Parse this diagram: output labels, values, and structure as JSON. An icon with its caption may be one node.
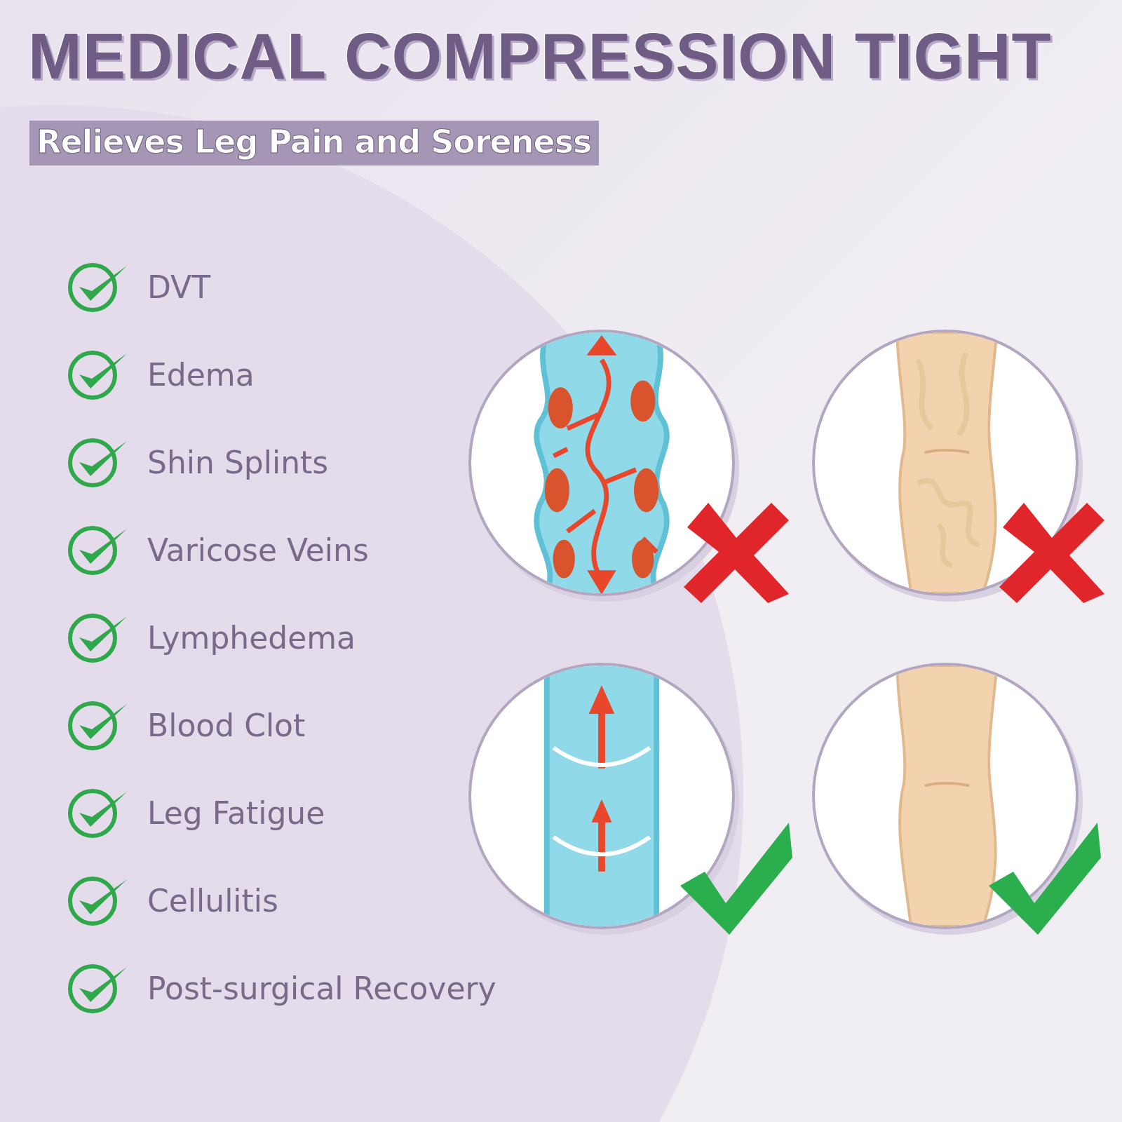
{
  "diagram": {
    "title": "MEDICAL COMPRESSION TIGHT",
    "nodes": [
      {
        "text": [],
        "shape": "picture"
      },
      {
        "text": [],
        "shape": "picture"
      },
      {
        "text": [],
        "shape": "picture"
      },
      {
        "text": [],
        "shape": "picture"
      }
    ],
    "labels": [
      "Relieves Leg Pain and Soreness",
      "DVT",
      "Edema",
      "Shin Splints",
      "Varicose Veins",
      "Lymphedema",
      "Blood Clot",
      "Leg Fatigue",
      "Cellulitis",
      "Post-surgical Recovery"
    ]
  }
}
